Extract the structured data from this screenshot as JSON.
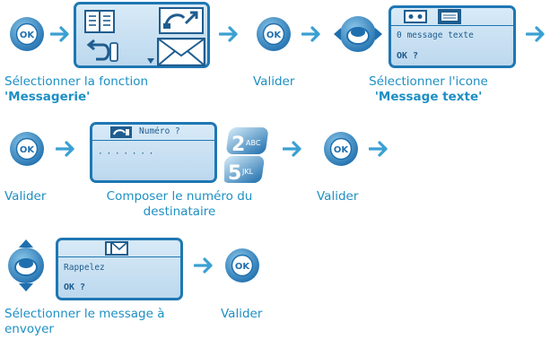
{
  "colors": {
    "accent": "#1d8fc4",
    "screen_border": "#1f77b3",
    "screen_bg": "#c9e1f3",
    "arrow": "#3aa0d2"
  },
  "row1": {
    "step1_caption_line1": "Sélectionner la fonction",
    "step1_caption_line2": "'Messagerie'",
    "step2_caption": "Valider",
    "step3_caption_line1": "Sélectionner l'icone",
    "step3_caption_line2": "'Message texte'",
    "screen": {
      "line1": "0 message texte",
      "line2": "OK ?"
    }
  },
  "row2": {
    "step1_caption": "Valider",
    "step2_caption_line1": "Composer le numéro du",
    "step2_caption_line2": "destinataire",
    "step3_caption": "Valider",
    "screen": {
      "header": "Numéro ?",
      "dots": "· · · · · · ·"
    },
    "keys": {
      "key1": "2",
      "key1_letters": "ABC",
      "key2": "5",
      "key2_letters": "JKL"
    }
  },
  "row3": {
    "step1_caption_line1": "Sélectionner le message à",
    "step1_caption_line2": "envoyer",
    "step2_caption": "Valider",
    "screen": {
      "line1": "Rappelez",
      "line2": "OK ?"
    }
  },
  "icons": {
    "ok_button_label": "OK",
    "ok_button": "ok-button-icon",
    "arrow": "arrow-right-icon",
    "nav_left_right": "navigator-left-right-icon",
    "nav_up_down": "navigator-up-down-icon",
    "menu_grid": "menu-icons-screen"
  }
}
